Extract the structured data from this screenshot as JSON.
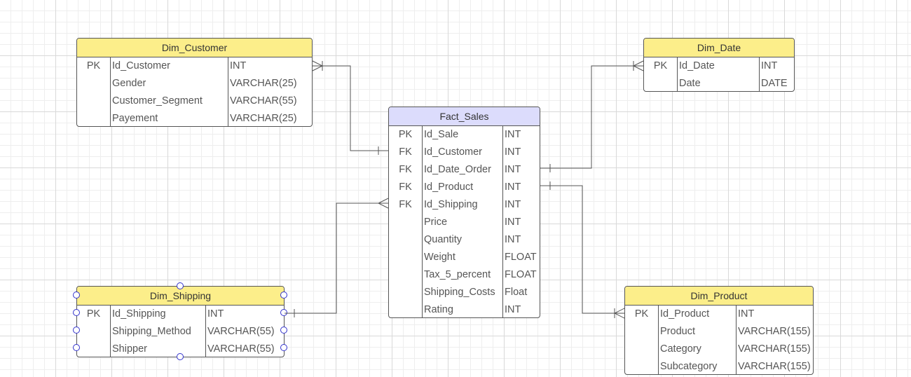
{
  "colors": {
    "dim_header": "#fcee8a",
    "fact_header": "#dcdcfc",
    "border": "#555555",
    "connector": "#555555",
    "selection": "#3333cc"
  },
  "entities": [
    {
      "id": "dim_customer",
      "title": "Dim_Customer",
      "kind": "dim",
      "rows": [
        {
          "key": "PK",
          "name": "Id_Customer",
          "type": "INT"
        },
        {
          "key": "",
          "name": "Gender",
          "type": "VARCHAR(25)"
        },
        {
          "key": "",
          "name": "Customer_Segment",
          "type": "VARCHAR(55)"
        },
        {
          "key": "",
          "name": "Payement",
          "type": "VARCHAR(25)"
        }
      ]
    },
    {
      "id": "dim_date",
      "title": "Dim_Date",
      "kind": "dim",
      "rows": [
        {
          "key": "PK",
          "name": "Id_Date",
          "type": "INT"
        },
        {
          "key": "",
          "name": "Date",
          "type": "DATE"
        }
      ]
    },
    {
      "id": "fact_sales",
      "title": "Fact_Sales",
      "kind": "fact",
      "rows": [
        {
          "key": "PK",
          "name": "Id_Sale",
          "type": "INT"
        },
        {
          "key": "FK",
          "name": "Id_Customer",
          "type": "INT"
        },
        {
          "key": "FK",
          "name": "Id_Date_Order",
          "type": "INT"
        },
        {
          "key": "FK",
          "name": "Id_Product",
          "type": "INT"
        },
        {
          "key": "FK",
          "name": "Id_Shipping",
          "type": "INT"
        },
        {
          "key": "",
          "name": "Price",
          "type": "INT"
        },
        {
          "key": "",
          "name": "Quantity",
          "type": "INT"
        },
        {
          "key": "",
          "name": "Weight",
          "type": "FLOAT"
        },
        {
          "key": "",
          "name": "Tax_5_percent",
          "type": "FLOAT"
        },
        {
          "key": "",
          "name": "Shipping_Costs",
          "type": "Float"
        },
        {
          "key": "",
          "name": "Rating",
          "type": "INT"
        }
      ]
    },
    {
      "id": "dim_shipping",
      "title": "Dim_Shipping",
      "kind": "dim",
      "selected": true,
      "rows": [
        {
          "key": "PK",
          "name": "Id_Shipping",
          "type": "INT"
        },
        {
          "key": "",
          "name": "Shipping_Method",
          "type": "VARCHAR(55)"
        },
        {
          "key": "",
          "name": "Shipper",
          "type": "VARCHAR(55)"
        }
      ]
    },
    {
      "id": "dim_product",
      "title": "Dim_Product",
      "kind": "dim",
      "rows": [
        {
          "key": "PK",
          "name": "Id_Product",
          "type": "INT"
        },
        {
          "key": "",
          "name": "Product",
          "type": "VARCHAR(155)"
        },
        {
          "key": "",
          "name": "Category",
          "type": "VARCHAR(155)"
        },
        {
          "key": "",
          "name": "Subcategory",
          "type": "VARCHAR(155)"
        }
      ]
    }
  ]
}
